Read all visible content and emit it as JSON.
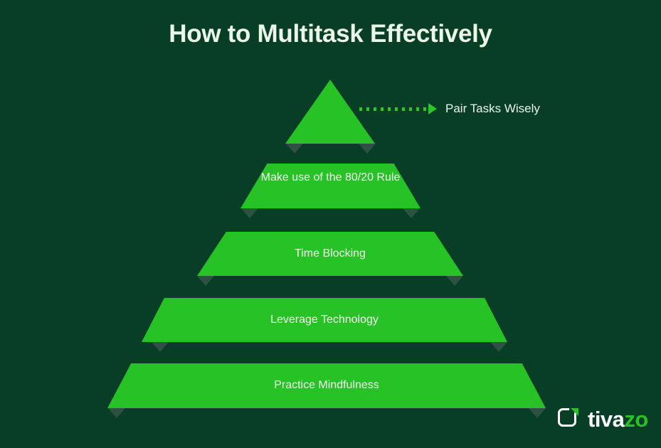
{
  "page": {
    "title": "How to Multitask Effectively",
    "background_color": "#083d26",
    "accent_color": "#27c226",
    "text_color": "#eaf7e8"
  },
  "chart_data": {
    "type": "pyramid",
    "title": "How to Multitask Effectively",
    "orientation": "apex-top",
    "levels": [
      {
        "rank": 1,
        "label": "",
        "callout": "Pair Tasks Wisely",
        "shape": "triangle"
      },
      {
        "rank": 2,
        "label": "Make use of the 80/20 Rule",
        "shape": "trapezoid"
      },
      {
        "rank": 3,
        "label": "Time Blocking",
        "shape": "trapezoid"
      },
      {
        "rank": 4,
        "label": "Leverage Technology",
        "shape": "trapezoid"
      },
      {
        "rank": 5,
        "label": "Practice Mindfulness",
        "shape": "trapezoid"
      }
    ],
    "level_count": 5,
    "annotations": [
      {
        "target_level": 1,
        "text": "Pair Tasks Wisely",
        "connector": "dotted-arrow-right"
      }
    ]
  },
  "pyramid": {
    "level_1": {
      "label": ""
    },
    "level_2": {
      "label": "Make use of the 80/20 Rule"
    },
    "level_3": {
      "label": "Time Blocking"
    },
    "level_4": {
      "label": "Leverage Technology"
    },
    "level_5": {
      "label": "Practice Mindfulness"
    }
  },
  "callout": {
    "label": "Pair Tasks Wisely"
  },
  "logo": {
    "name_part_1": "tiva",
    "name_part_2": "zo",
    "mark": "rounded-square-bracket"
  }
}
